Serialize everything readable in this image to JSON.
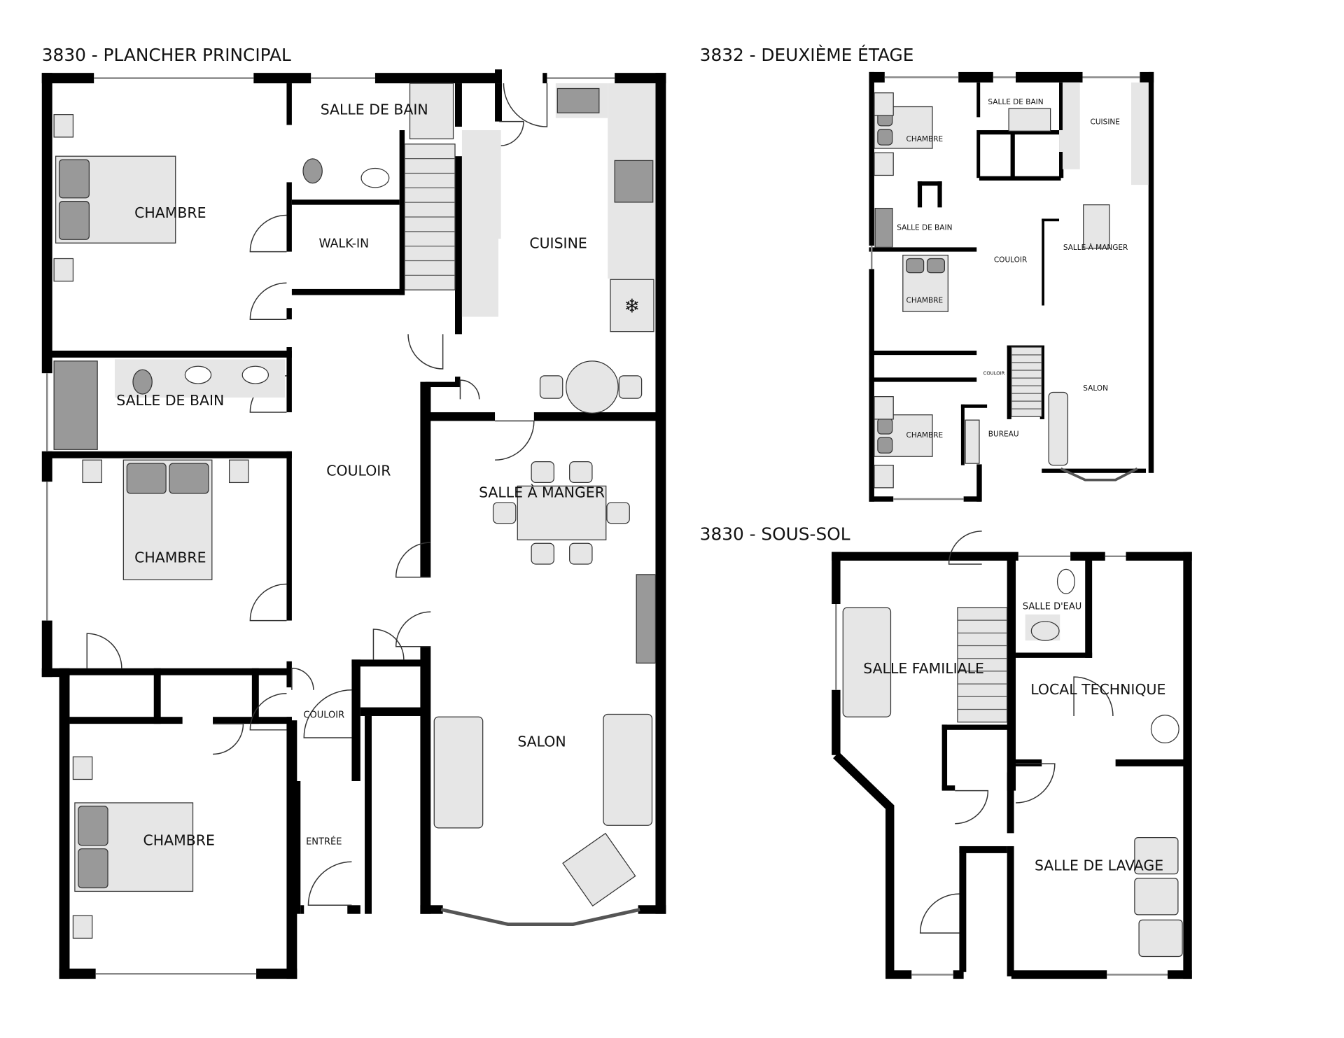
{
  "floors": {
    "main": {
      "title": "3830 - PLANCHER PRINCIPAL",
      "rooms": {
        "bath_top": "SALLE DE BAIN",
        "bedroom_1": "CHAMBRE",
        "walkin": "WALK-IN",
        "kitchen": "CUISINE",
        "bath_mid": "SALLE DE BAIN",
        "hallway": "COULOIR",
        "dining": "SALLE À MANGER",
        "bedroom_2": "CHAMBRE",
        "hallway_small": "COULOIR",
        "living": "SALON",
        "bedroom_3": "CHAMBRE",
        "entrance": "ENTRÉE"
      }
    },
    "upper": {
      "title": "3832 - DEUXIÈME ÉTAGE",
      "rooms": {
        "bedroom_1": "CHAMBRE",
        "bath_top": "SALLE DE BAIN",
        "kitchen": "CUISINE",
        "bath_mid": "SALLE DE BAIN",
        "hallway": "COULOIR",
        "dining": "SALLE À MANGER",
        "bedroom_2": "CHAMBRE",
        "hallway_small": "COULOIR",
        "living": "SALON",
        "bedroom_3": "CHAMBRE",
        "office": "BUREAU"
      }
    },
    "basement": {
      "title": "3830 - SOUS-SOL",
      "rooms": {
        "family": "SALLE FAMILIALE",
        "powder": "SALLE D'EAU",
        "mechanical": "LOCAL TECHNIQUE",
        "laundry": "SALLE DE LAVAGE"
      }
    }
  },
  "colors": {
    "wall": "#000000",
    "fixture": "#e6e6e6",
    "fixture_dark": "#999999"
  }
}
